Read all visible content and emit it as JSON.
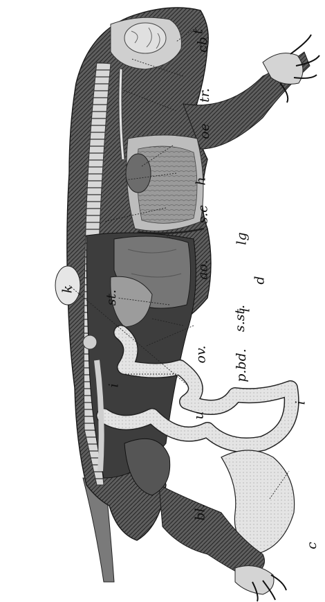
{
  "figure": {
    "labels": {
      "t": "t",
      "cb": "cb",
      "tr": "tr.",
      "oe": "oe",
      "h": "h",
      "sc": "s.c",
      "ao": "ao.",
      "lg": "lg",
      "ov": "ov.",
      "k": "k",
      "st_small": "st.",
      "l": "l",
      "d": "d",
      "sst": "s.st.",
      "pbd": "p.bd.",
      "i_small": "i",
      "i": "i",
      "u": "u",
      "c": "c",
      "bl": "bl."
    }
  }
}
